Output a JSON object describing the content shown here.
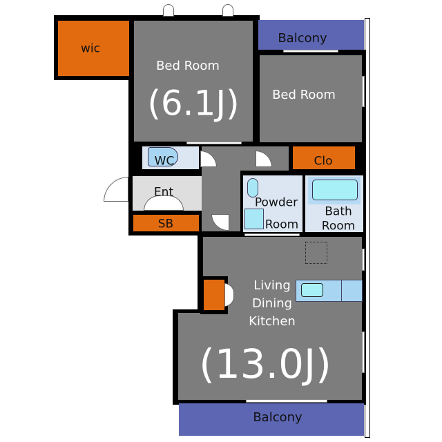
{
  "rooms": {
    "wic": "wic",
    "bedroom1": "Bed Room",
    "bedroom1_size": "(6.1J)",
    "balcony_top": "Balcony",
    "bedroom2": "Bed Room",
    "clo": "Clo",
    "wc": "WC",
    "ent": "Ent",
    "sb": "SB",
    "powder_line1": "Powder",
    "powder_line2": "Room",
    "bath_line1": "Bath",
    "bath_line2": "Room",
    "ldk_line1": "Living",
    "ldk_line2": "Dining",
    "ldk_line3": "Kitchen",
    "ldk_size": "(13.0J)",
    "balcony_bottom": "Balcony"
  },
  "colors": {
    "floor": "#7d7d7d",
    "storage": "#e26b0f",
    "balcony": "#5c66b2",
    "wet": "#dce6f2"
  }
}
